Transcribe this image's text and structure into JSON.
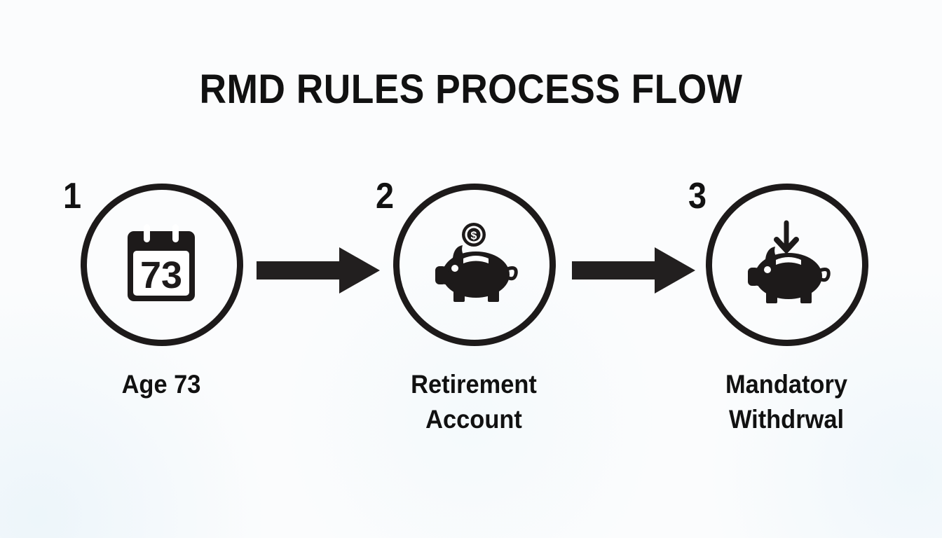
{
  "diagram": {
    "title": "RMD RULES PROCESS FLOW",
    "background_color": "#fbfcfd",
    "ink_color": "#1d1a1a",
    "steps": [
      {
        "number": "1",
        "icon": "calendar-icon",
        "icon_text": "73",
        "caption": "Age 73"
      },
      {
        "number": "2",
        "icon": "piggy-bank-with-coin-icon",
        "icon_text": "$",
        "caption": "Retirement Account"
      },
      {
        "number": "3",
        "icon": "piggy-bank-with-down-arrow-icon",
        "icon_text": "",
        "caption": "Mandatory Withdrwal"
      }
    ],
    "connectors": [
      {
        "name": "arrow-step1-to-step2",
        "direction": "right"
      },
      {
        "name": "arrow-step2-to-step3",
        "direction": "right"
      }
    ]
  }
}
